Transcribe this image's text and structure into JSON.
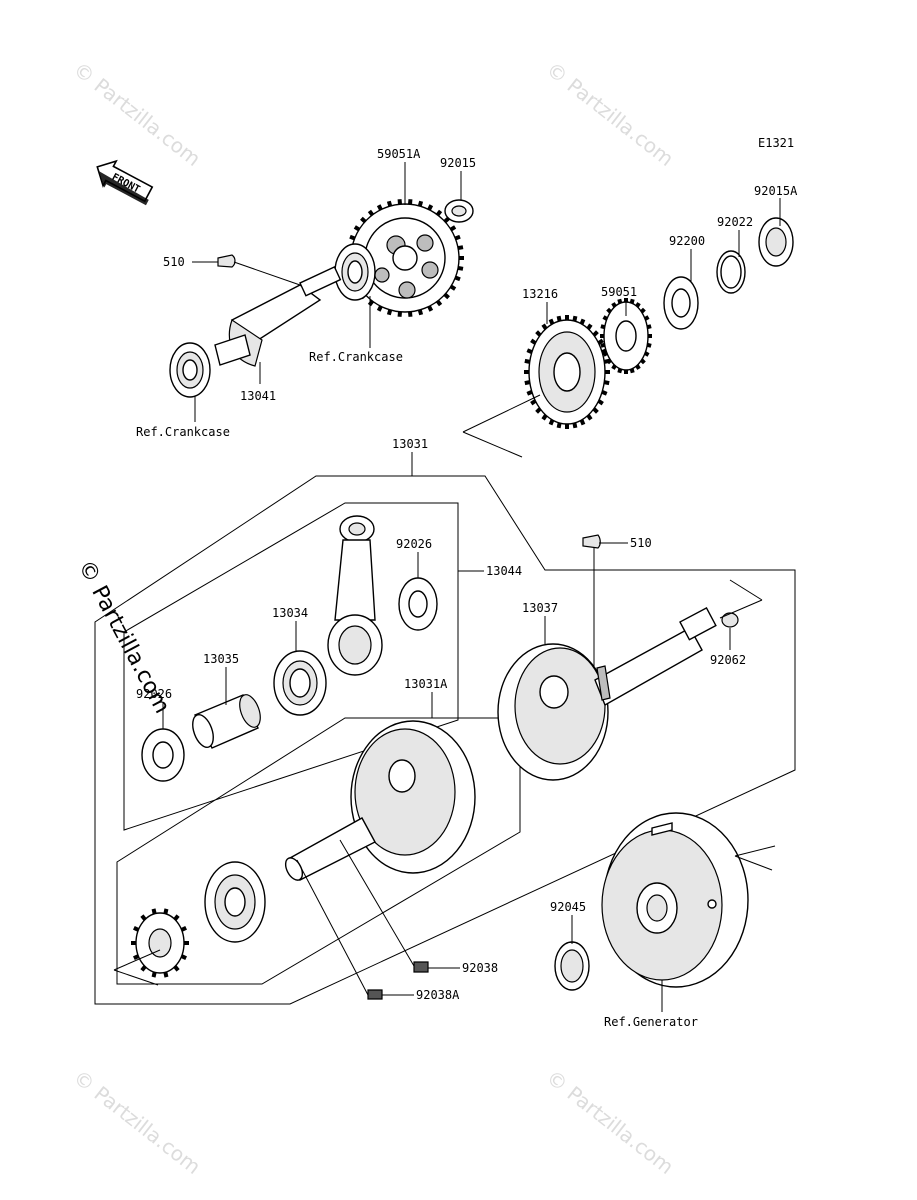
{
  "diagram_code": "E1321",
  "front_label": "FRONT",
  "watermark_text": "© Partzilla.com",
  "side_watermark_text": "© Partzilla.com",
  "labels": {
    "p59051A": "59051A",
    "p92015": "92015",
    "p510_top": "510",
    "ref_crankcase_1": "Ref.Crankcase",
    "p13041": "13041",
    "ref_crankcase_2": "Ref.Crankcase",
    "p92015A": "92015A",
    "p92022": "92022",
    "p92200": "92200",
    "p59051": "59051",
    "p13216": "13216",
    "p13031": "13031",
    "p510_mid": "510",
    "p92026_a": "92026",
    "p13044": "13044",
    "p13034": "13034",
    "p13037": "13037",
    "p13035": "13035",
    "p92062": "92062",
    "p92026_b": "92026",
    "p13031A": "13031A",
    "p92045": "92045",
    "p92038": "92038",
    "p92038A": "92038A",
    "ref_generator": "Ref.Generator"
  }
}
